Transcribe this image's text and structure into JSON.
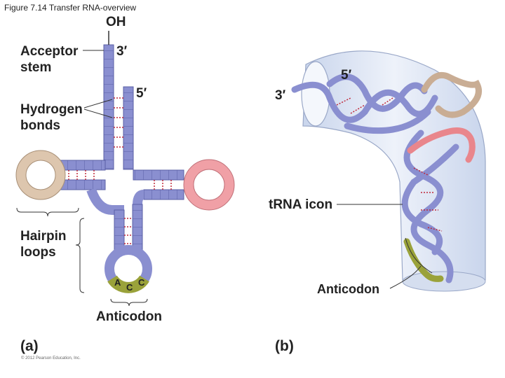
{
  "caption": "Figure 7.14  Transfer RNA-overview",
  "panel_a": {
    "oh": "OH",
    "three_prime": "3′",
    "five_prime": "5′",
    "acceptor_line1": "Acceptor",
    "acceptor_line2": "stem",
    "hbonds_line1": "Hydrogen",
    "hbonds_line2": "bonds",
    "hairpin_line1": "Hairpin",
    "hairpin_line2": "loops",
    "anticodon": "Anticodon",
    "bases": [
      "A",
      "C",
      "C"
    ],
    "label": "(a)",
    "copyright": "© 2012 Pearson Education, Inc."
  },
  "panel_b": {
    "three_prime": "3′",
    "five_prime": "5′",
    "trna_icon": "tRNA icon",
    "anticodon": "Anticodon",
    "label": "(b)"
  },
  "colors": {
    "strand": "#8a8fd0",
    "strand_edge": "#5a5fa6",
    "hbond": "#c0283a",
    "loop_left": "#ddc6ae",
    "loop_right": "#f0a0a6",
    "anticodon": "#9aa23a",
    "tube": "#dde6f4"
  }
}
